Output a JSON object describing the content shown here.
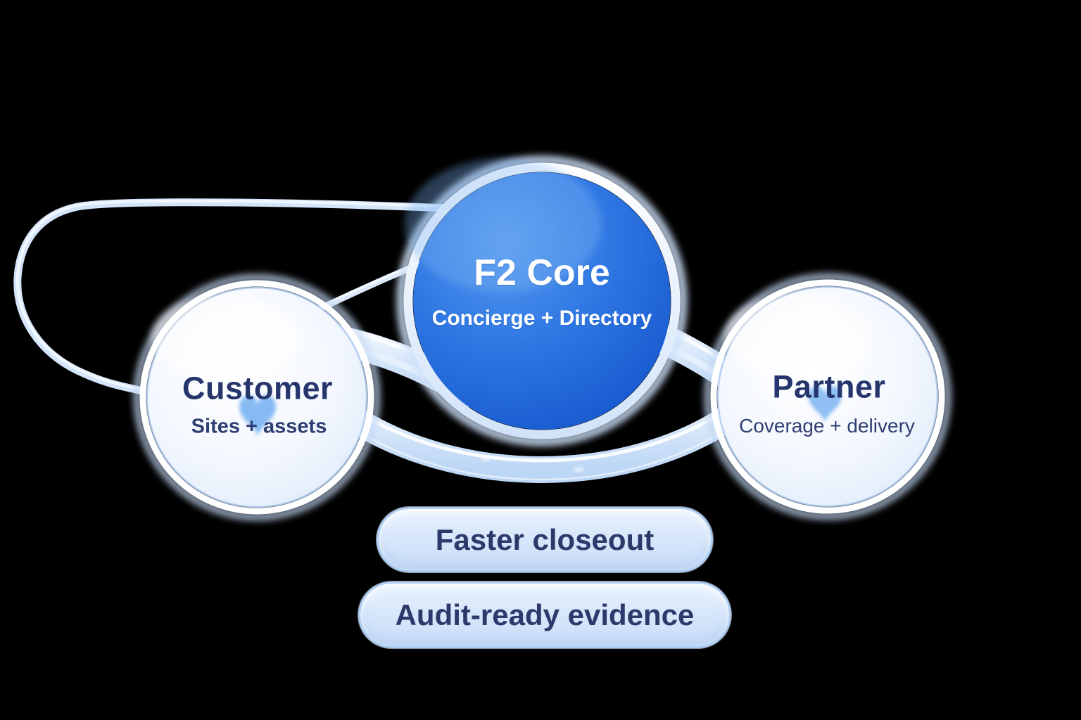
{
  "diagram": {
    "core": {
      "title": "F2 Core",
      "subtitle": "Concierge + Directory"
    },
    "customer": {
      "title": "Customer",
      "subtitle": "Sites + assets"
    },
    "partner": {
      "title": "Partner",
      "subtitle": "Coverage + delivery"
    },
    "badges": [
      {
        "label": "Faster closeout"
      },
      {
        "label": "Audit-ready evidence"
      }
    ],
    "icons": {
      "customer_marker": "heart-icon",
      "partner_marker": "heart-icon"
    },
    "colors": {
      "background": "#000000",
      "core_blue_light": "#539af0",
      "core_blue": "#2a6fdd",
      "core_blue_deep": "#1254c9",
      "core_text": "#ffffff",
      "node_fill": "#f3f8fd",
      "node_text": "#26356b",
      "ribbon": "#cfe2f8",
      "tube": "#d8e7fa",
      "heart": "#7fb6f2",
      "badge_fill": "#d8e7fb",
      "badge_border": "#aecef4"
    }
  }
}
